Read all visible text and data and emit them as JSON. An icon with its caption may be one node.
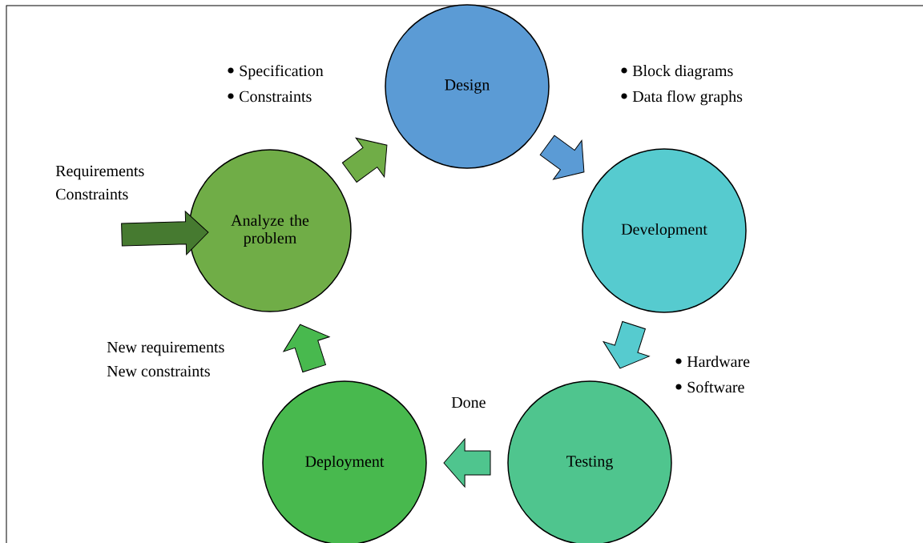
{
  "diagram": {
    "nodes": [
      {
        "text": [
          "Analyze the problem"
        ]
      },
      {
        "text": [
          "Design"
        ]
      },
      {
        "text": [
          "Development"
        ]
      },
      {
        "text": [
          "Testing"
        ]
      },
      {
        "text": [
          "Deployment"
        ]
      }
    ],
    "edges": [
      {
        "from": null,
        "to": 0,
        "arrow": "to",
        "color": "#467a30"
      },
      {
        "from": 0,
        "to": 1,
        "arrow": "to",
        "color": "#70ad47"
      },
      {
        "from": 1,
        "to": 2,
        "arrow": "to",
        "color": "#5b9bd5"
      },
      {
        "from": 2,
        "to": 3,
        "arrow": "to",
        "color": "#56cbcf"
      },
      {
        "from": 3,
        "to": 4,
        "arrow": "to",
        "color": "#4fc58e"
      },
      {
        "from": 4,
        "to": 0,
        "arrow": "to",
        "color": "#48b94e"
      }
    ],
    "labels": [
      "Specification",
      "Constraints",
      "Block diagrams",
      "Data flow graphs",
      "Requirements",
      "Constraints",
      "New requirements",
      "New constraints",
      "Hardware",
      "Software",
      "Done"
    ]
  }
}
